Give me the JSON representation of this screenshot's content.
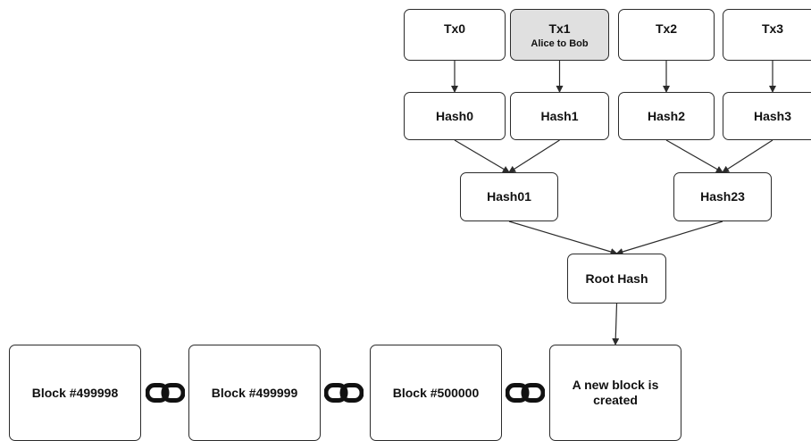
{
  "transactions": [
    {
      "label": "Tx0",
      "sublabel": ""
    },
    {
      "label": "Tx1",
      "sublabel": "Alice to Bob",
      "highlight_color": "#e0e0e0"
    },
    {
      "label": "Tx2",
      "sublabel": ""
    },
    {
      "label": "Tx3",
      "sublabel": ""
    }
  ],
  "hashes": [
    "Hash0",
    "Hash1",
    "Hash2",
    "Hash3"
  ],
  "pair_hashes": [
    "Hash01",
    "Hash23"
  ],
  "root_hash": "Root Hash",
  "blocks": [
    "Block #499998",
    "Block #499999",
    "Block #500000"
  ],
  "new_block": "A new block is created",
  "link_icon": "chain-link-icon",
  "edges": [
    [
      "tx0",
      "hash0"
    ],
    [
      "tx1",
      "hash1"
    ],
    [
      "tx2",
      "hash2"
    ],
    [
      "tx3",
      "hash3"
    ],
    [
      "hash0",
      "hash01"
    ],
    [
      "hash1",
      "hash01"
    ],
    [
      "hash2",
      "hash23"
    ],
    [
      "hash3",
      "hash23"
    ],
    [
      "hash01",
      "root"
    ],
    [
      "hash23",
      "root"
    ],
    [
      "root",
      "newblock"
    ]
  ]
}
